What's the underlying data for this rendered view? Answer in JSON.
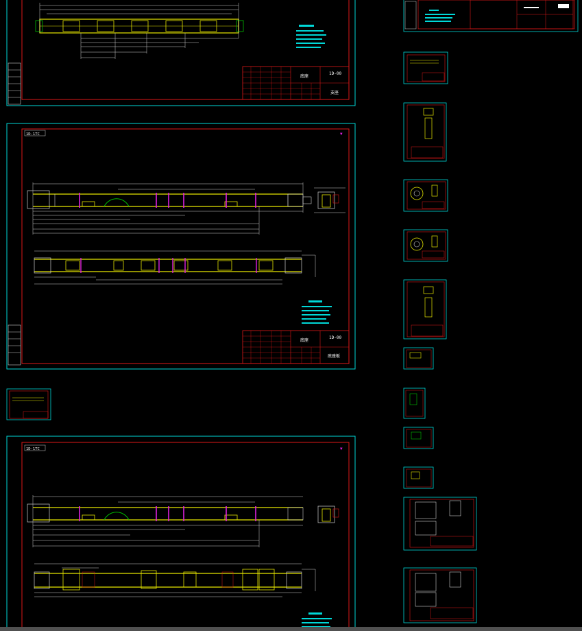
{
  "drawing": {
    "background": "#000000",
    "colors": {
      "frame": "#00d8d8",
      "border": "#e01818",
      "part": "#e8e800",
      "dim": "#d0d0d0",
      "accent": "#e020e0",
      "green": "#00c000",
      "white": "#ffffff"
    },
    "sheet_top": {
      "title_cell_a": "底座",
      "title_cell_b": "1D-00",
      "title_cell_c": "支座"
    },
    "sheet_mid": {
      "view_label": "1D-1TC",
      "title_cell_a": "底座",
      "title_cell_b": "1D-00",
      "title_cell_c": "底座板"
    },
    "sheet_bottom": {
      "view_label": "1D-1TC"
    }
  }
}
